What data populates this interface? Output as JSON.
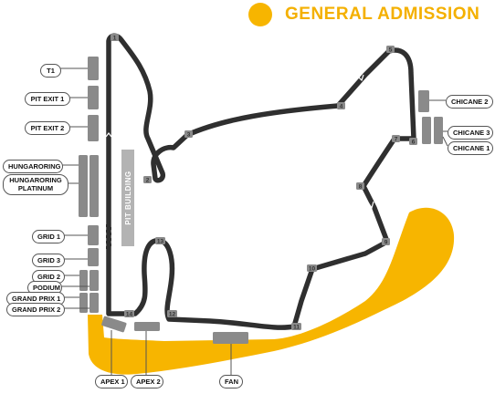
{
  "legend": {
    "label": "GENERAL ADMISSION",
    "color": "#f7b500"
  },
  "pit_building": "PIT BUILDING",
  "turns": [
    "1",
    "2",
    "3",
    "4",
    "5",
    "6",
    "7",
    "8",
    "9",
    "10",
    "11",
    "12",
    "13",
    "14"
  ],
  "grandstands": {
    "t1": "T1",
    "pit_exit_1": "PIT EXIT 1",
    "pit_exit_2": "PIT EXIT 2",
    "hungaroring": "HUNGARORING",
    "hungaroring_platinum": "HUNGARORING PLATINUM",
    "grid_1": "GRID 1",
    "grid_3": "GRID 3",
    "grid_2": "GRID 2",
    "podium": "PODIUM",
    "grand_prix_1": "GRAND PRIX 1",
    "grand_prix_2": "GRAND PRIX 2",
    "chicane_2": "CHICANE 2",
    "chicane_3": "CHICANE 3",
    "chicane_1": "CHICANE 1",
    "apex_1": "APEX 1",
    "apex_2": "APEX 2",
    "fan": "FAN"
  },
  "colors": {
    "track": "#2f2f2f",
    "stand": "#8a8a8a",
    "admission": "#f7b500"
  }
}
